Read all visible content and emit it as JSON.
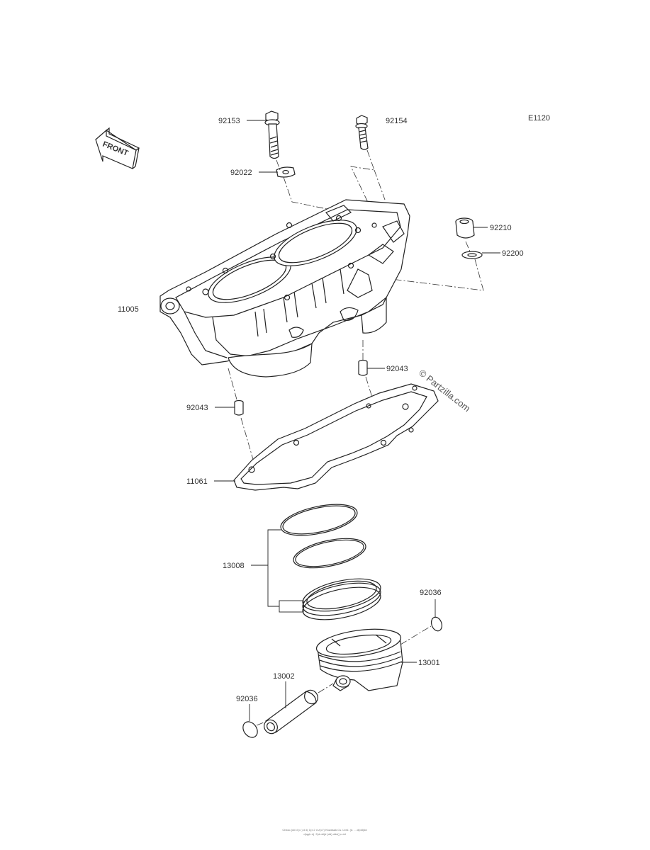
{
  "diagram_code": "E1120",
  "front_label": "FRONT",
  "watermark": "© Partzilla.com",
  "footer": {
    "line1": "Cbssc.(dd d (c ) d d( 1(x 2 d z(c7) Kswasak.Cs. Lbrd. (d. ...:d(dd)dd",
    "line2": "d(qqh d(  2(d.dd(d (dd) ddd( (c dd"
  },
  "parts": [
    {
      "id": "p92153",
      "number": "92153"
    },
    {
      "id": "p92154",
      "number": "92154"
    },
    {
      "id": "p92022",
      "number": "92022"
    },
    {
      "id": "p92210",
      "number": "92210"
    },
    {
      "id": "p92200",
      "number": "92200"
    },
    {
      "id": "p11005",
      "number": "11005"
    },
    {
      "id": "p92043a",
      "number": "92043"
    },
    {
      "id": "p92043b",
      "number": "92043"
    },
    {
      "id": "p11061",
      "number": "11061"
    },
    {
      "id": "p13008",
      "number": "13008"
    },
    {
      "id": "p92036a",
      "number": "92036"
    },
    {
      "id": "p13001",
      "number": "13001"
    },
    {
      "id": "p13002",
      "number": "13002"
    },
    {
      "id": "p92036b",
      "number": "92036"
    }
  ]
}
